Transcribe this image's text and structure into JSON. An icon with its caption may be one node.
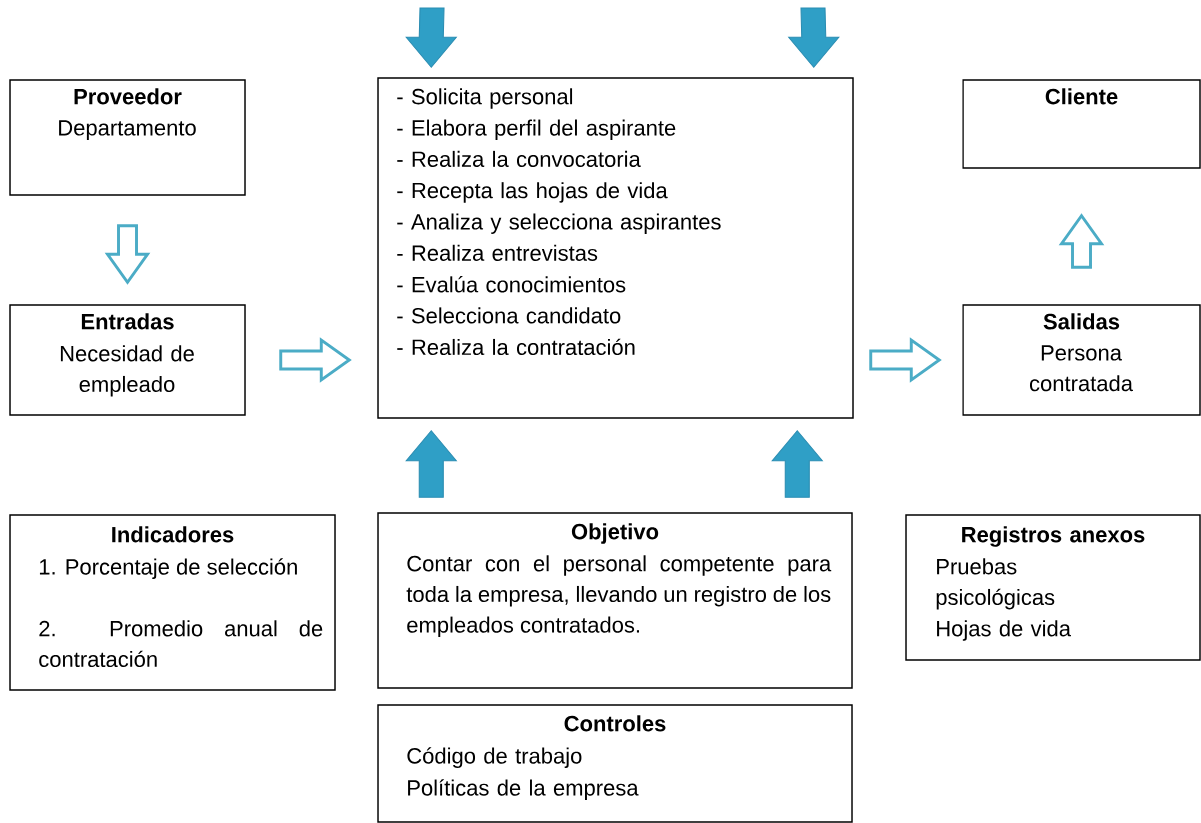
{
  "diagram": {
    "nodes": [
      {
        "text": [
          "Proveedor",
          "Departamento"
        ]
      },
      {
        "text": [
          "Entradas",
          "Necesidad de empleado"
        ]
      },
      {
        "text": [
          "- Solicita personal",
          "- Elabora perfil del aspirante",
          "- Realiza la convocatoria",
          "- Recepta las hojas de vida",
          "- Analiza y selecciona aspirantes",
          "- Realiza entrevistas",
          "- Evalúa conocimientos",
          "- Selecciona candidato",
          "- Realiza la contratación"
        ]
      },
      {
        "text": [
          "Cliente"
        ]
      },
      {
        "text": [
          "Salidas",
          "Persona contratada"
        ]
      },
      {
        "text": [
          "Indicadores",
          "1. Porcentaje de selección",
          "2. Promedio anual de contratación"
        ]
      },
      {
        "text": [
          "Objetivo",
          "Contar con el personal competente para toda la empresa, llevando un registro de los empleados contratados."
        ]
      },
      {
        "text": [
          "Registros anexos",
          "Pruebas psicológicas",
          "Hojas de vida"
        ]
      },
      {
        "text": [
          "Controles",
          "Código de trabajo",
          "Políticas de la empresa"
        ]
      }
    ],
    "edges": [
      {
        "from": 0,
        "to": 1,
        "arrow": "to"
      },
      {
        "from": 1,
        "to": 2,
        "arrow": "to"
      },
      {
        "from": 2,
        "to": 4,
        "arrow": "to"
      },
      {
        "from": 4,
        "to": 3,
        "arrow": "to"
      },
      {
        "from": null,
        "to": 2,
        "arrow": "to",
        "style": "thick"
      },
      {
        "from": null,
        "to": 2,
        "arrow": "to",
        "style": "thick"
      },
      {
        "from": 6,
        "to": 2,
        "arrow": "to",
        "style": "thick"
      },
      {
        "from": 6,
        "to": 2,
        "arrow": "to",
        "style": "thick"
      }
    ]
  }
}
